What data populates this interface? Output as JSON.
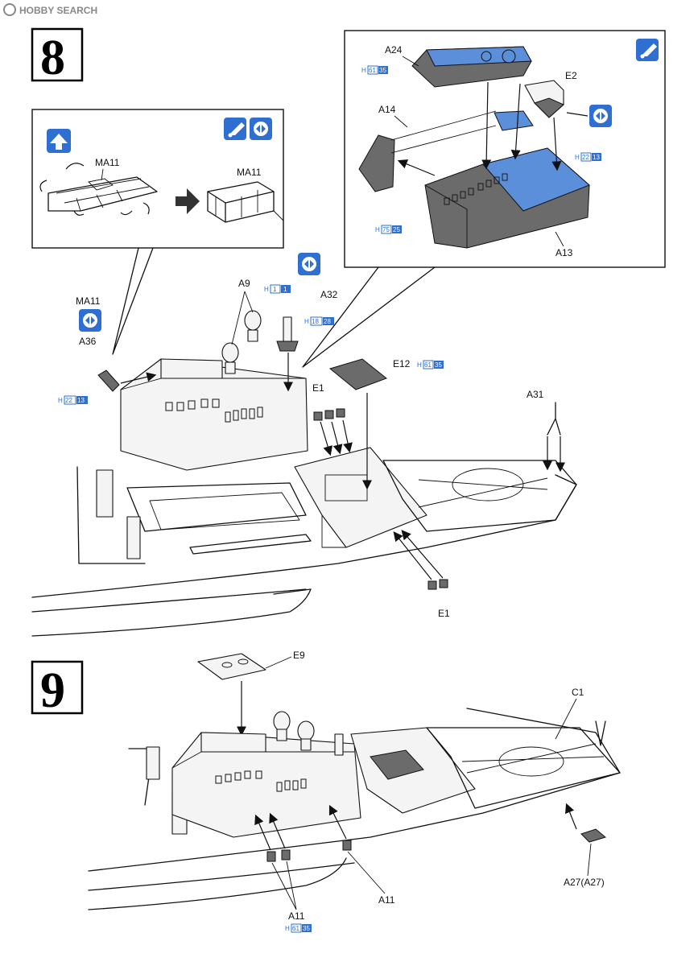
{
  "watermark": "HOBBY SEARCH",
  "colors": {
    "accent_blue": "#2f6fd1",
    "paint_blue": "#5b8fd9",
    "part_gray": "#6b6b6b"
  },
  "step8": {
    "number": "8",
    "inset_left": {
      "label_before": "MA11",
      "label_after": "MA11"
    },
    "inset_right": {
      "labels": [
        "A24",
        "E2",
        "A14",
        "A13"
      ],
      "paint": [
        {
          "prefix": "H",
          "a": "61",
          "b": "35"
        },
        {
          "prefix": "H",
          "a": "22",
          "b": "13"
        },
        {
          "prefix": "H",
          "a": "75",
          "b": "25"
        }
      ]
    },
    "labels": {
      "a9": "A9",
      "a32": "A32",
      "ma11": "MA11",
      "a36": "A36",
      "e12": "E12",
      "e1_top": "E1",
      "e1_bottom": "E1",
      "a31": "A31"
    },
    "paint": {
      "a9": {
        "prefix": "H",
        "a": "1",
        "b": "1"
      },
      "a32": {
        "prefix": "H",
        "a": "18",
        "b": "28"
      },
      "a36": {
        "prefix": "H",
        "a": "22",
        "b": "13"
      },
      "e12": {
        "prefix": "H",
        "a": "61",
        "b": "35"
      }
    }
  },
  "step9": {
    "number": "9",
    "labels": {
      "e9": "E9",
      "c1": "C1",
      "a11_left": "A11",
      "a11_right": "A11",
      "a27": "A27(A27)"
    },
    "paint": {
      "a11": {
        "prefix": "H",
        "a": "61",
        "b": "35"
      }
    }
  }
}
